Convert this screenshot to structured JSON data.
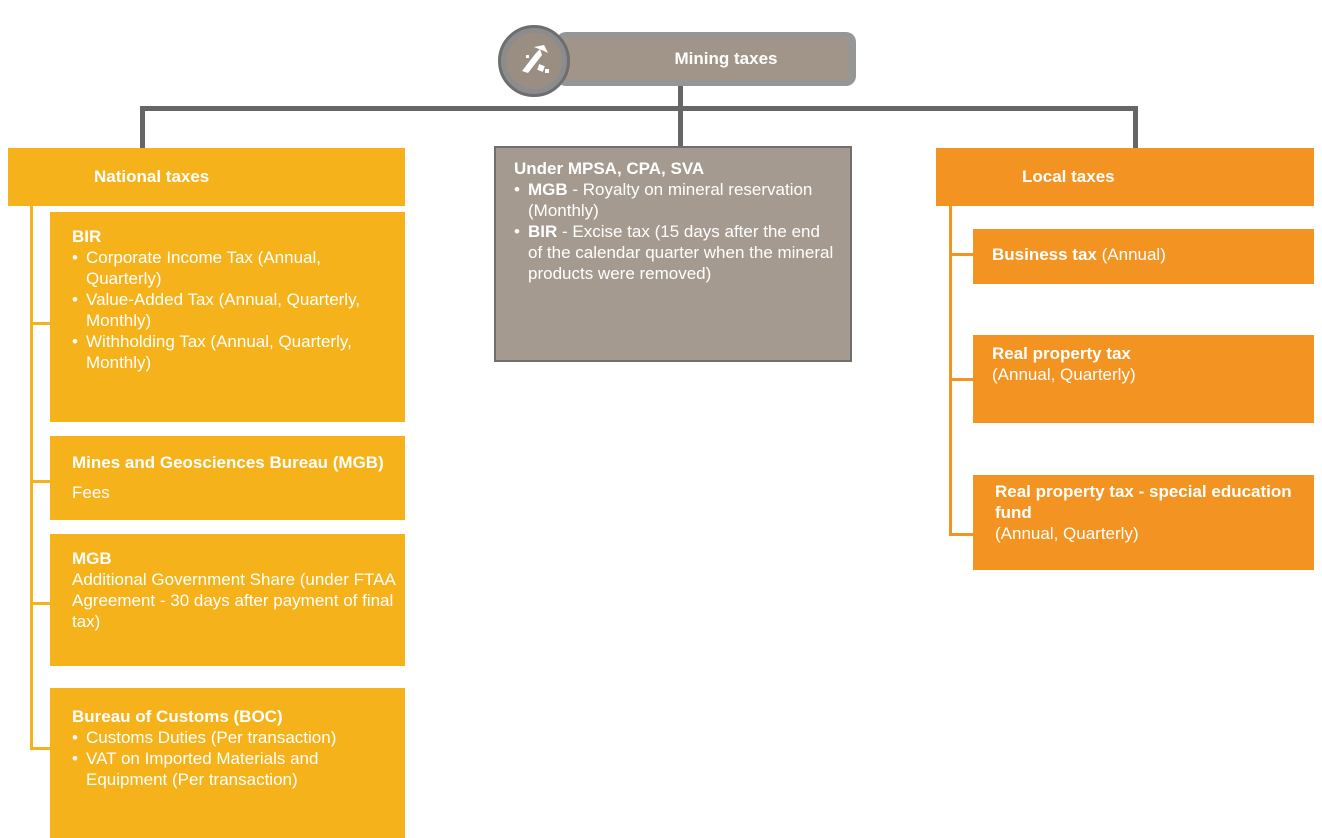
{
  "root": {
    "label": "Mining taxes",
    "icon": "mining-icon"
  },
  "national": {
    "title": "National taxes",
    "bir": {
      "title": "BIR",
      "items": [
        "Corporate Income Tax (Annual, Quarterly)",
        "Value-Added Tax (Annual, Quarterly, Monthly)",
        "Withholding Tax (Annual, Quarterly, Monthly)"
      ]
    },
    "mgb_fees": {
      "title": "Mines and Geosciences Bureau (MGB)",
      "text": " Fees"
    },
    "mgb_share": {
      "title": "MGB",
      "text": "Additional Government Share (under FTAA Agreement - 30 days after payment of final tax)"
    },
    "boc": {
      "title": "Bureau of Customs (BOC)",
      "items": [
        "Customs Duties (Per transaction)",
        "VAT on Imported Materials and Equipment (Per transaction)"
      ]
    }
  },
  "middle": {
    "title": "Under MPSA, CPA, SVA",
    "items": [
      {
        "bold": "MGB",
        "text": " - Royalty on mineral reservation (Monthly)"
      },
      {
        "bold": "BIR",
        "text": " - Excise tax (15 days after the end of the calendar quarter when the mineral products were removed)"
      }
    ]
  },
  "local": {
    "title": "Local taxes",
    "business": {
      "bold": "Business tax",
      "text": " (Annual)"
    },
    "real_property": {
      "bold": "Real property tax",
      "text": "(Annual, Quarterly)"
    },
    "sef": {
      "bold": "Real property tax - special education fund",
      "text": "(Annual, Quarterly)"
    }
  },
  "colors": {
    "national": "#F6B21A",
    "local": "#F39321",
    "middle": "#A59A8F",
    "connector": "#666666"
  }
}
